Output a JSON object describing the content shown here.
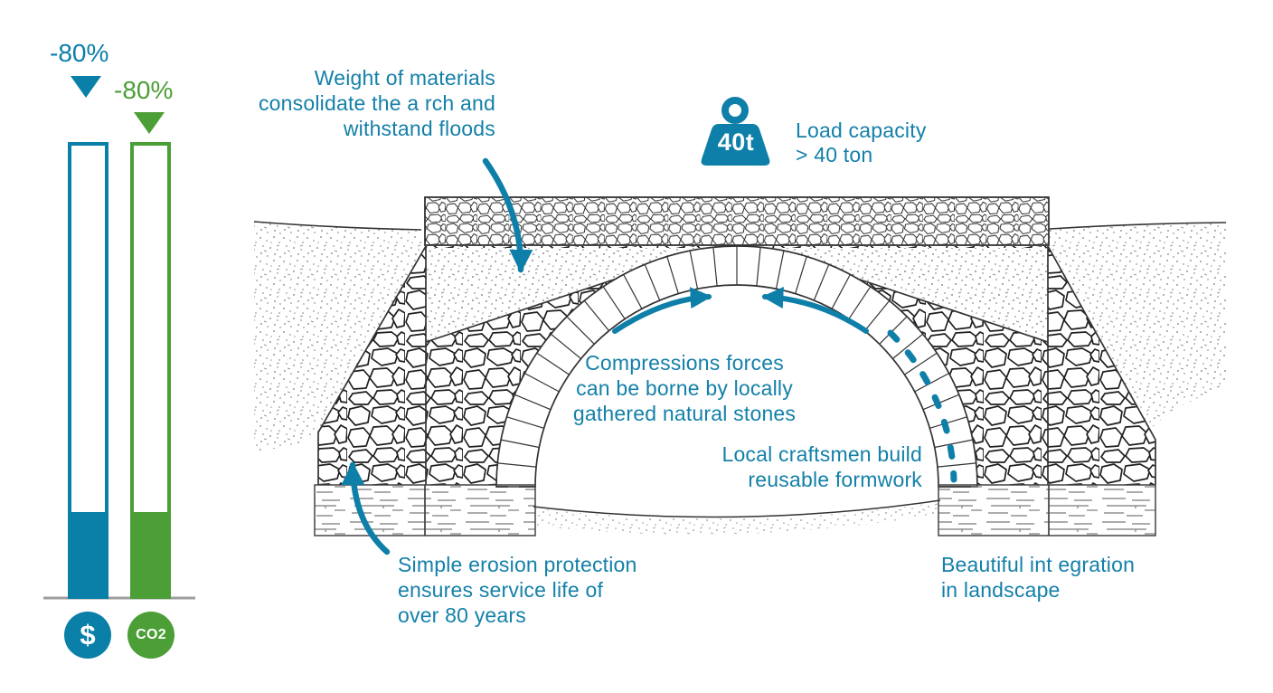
{
  "comparison": {
    "cost_reduction_label": "-80%",
    "co2_reduction_label": "-80%",
    "cost_unit": "$",
    "co2_unit": "CO2",
    "bar_fill_percent": 18.5
  },
  "load_badge": "40t",
  "annotations": {
    "weight": "Weight of materials\nconsolidate the a rch and\nwithstand floods",
    "load": "Load capacity\n> 40 ton",
    "compression": "Compressions forces\ncan be borne by locally\ngathered natural stones",
    "formwork": "Local craftsmen build\nreusable formwork",
    "erosion": "Simple erosion protection\nensures service life of\nover 80 years",
    "landscape": "Beautiful int egration\nin landscape"
  },
  "colors": {
    "teal": "#0E7FA8",
    "text_teal": "#1480A9",
    "green": "#4C9E36",
    "line": "#333333"
  }
}
